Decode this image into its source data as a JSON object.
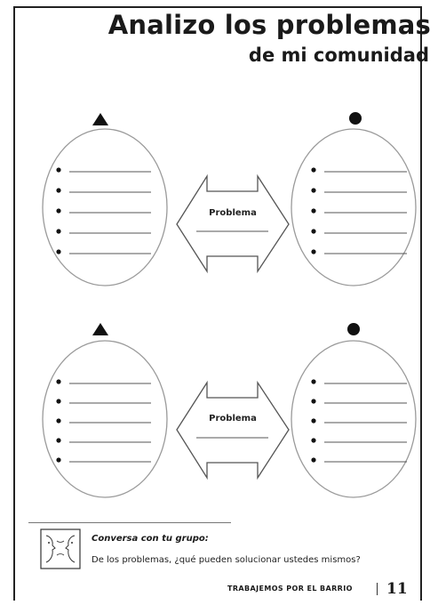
{
  "title": {
    "line1": "Analizo los problemas",
    "line2": "de mi comunidad"
  },
  "sections": [
    {
      "left_symbol": "triangle-icon",
      "right_symbol": "circle-icon",
      "arrow_label": "Problema",
      "left_bullets": 5,
      "right_bullets": 5
    },
    {
      "left_symbol": "triangle-icon",
      "right_symbol": "circle-icon",
      "arrow_label": "Problema",
      "left_bullets": 5,
      "right_bullets": 5
    }
  ],
  "talk": {
    "heading": "Conversa con tu grupo:",
    "question": "De los problemas, ¿qué pueden solucionar ustedes mismos?"
  },
  "footer": {
    "text": "TRABAJEMOS POR EL BARRIO",
    "page_number": "11"
  },
  "colors": {
    "ink": "#1a1a1a",
    "line": "#555555",
    "ellipse": "#9a9a9a"
  }
}
